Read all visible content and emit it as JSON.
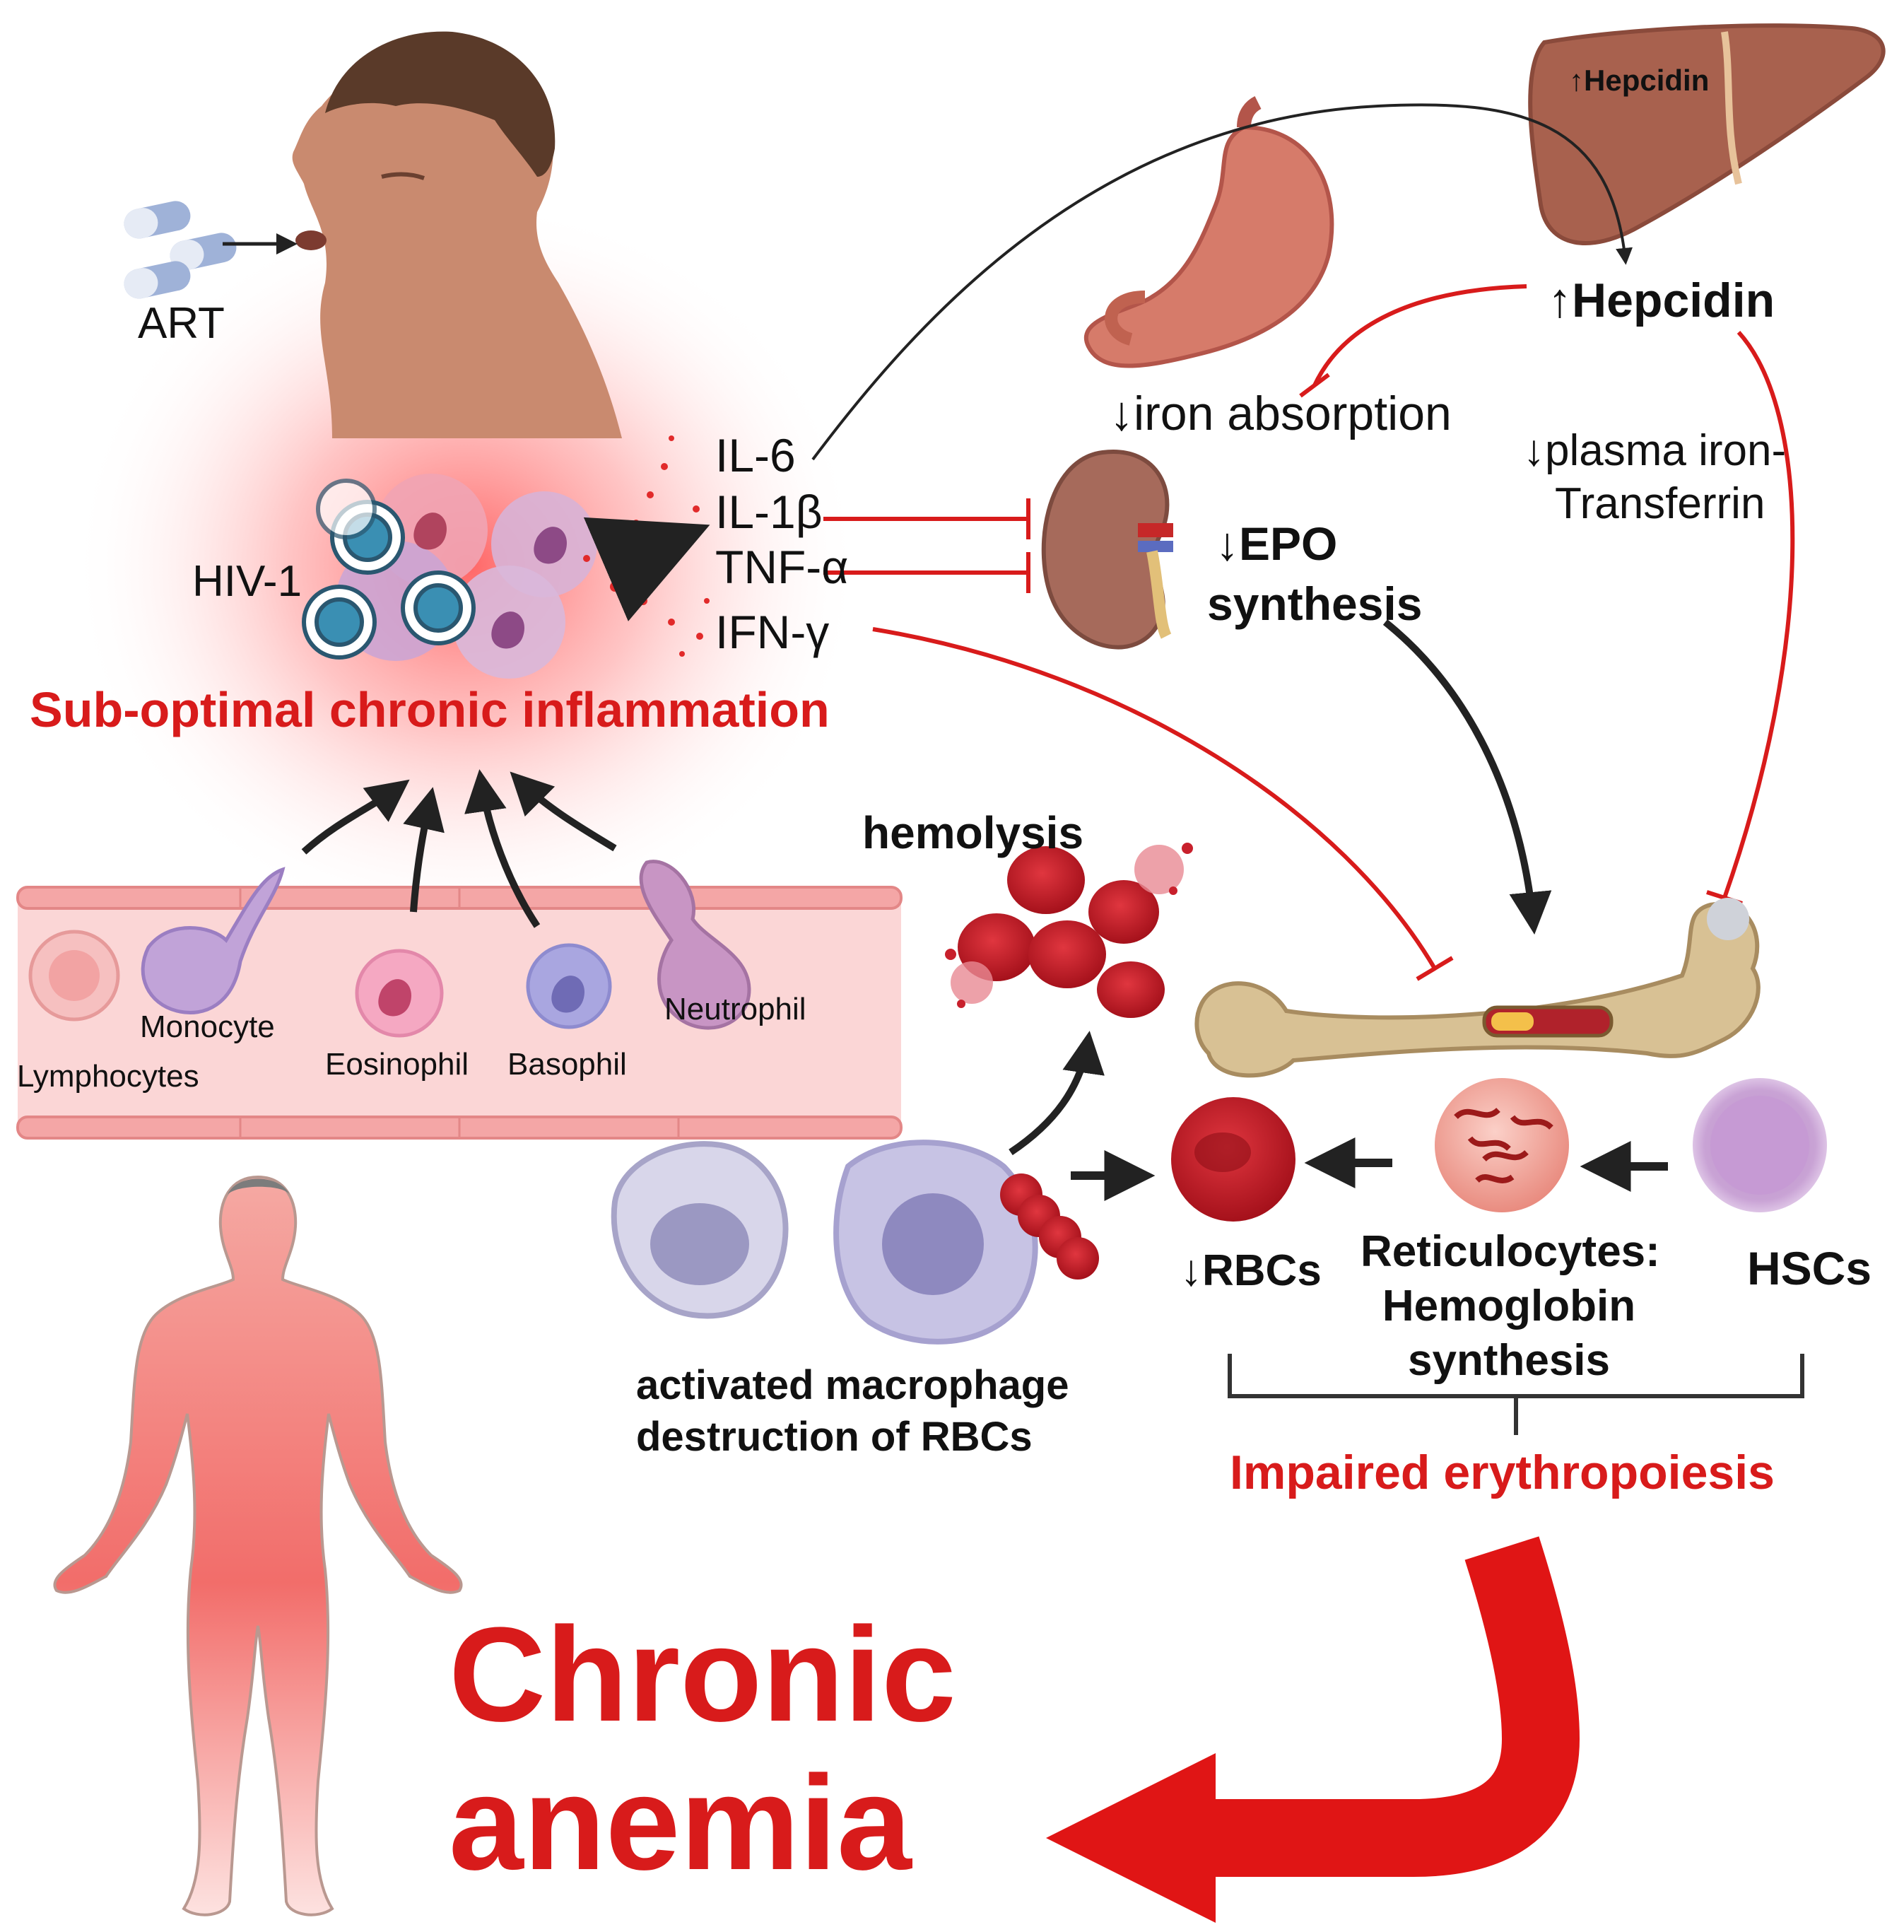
{
  "labels": {
    "art": "ART",
    "hiv": "HIV-1",
    "il6": "IL-6",
    "il1b": "IL-1β",
    "tnfa": "TNF-α",
    "ifng": "IFN-γ",
    "inflammation": "Sub-optimal chronic inflammation",
    "hepcidin_liver": "↑Hepcidin",
    "hepcidin": "↑Hepcidin",
    "iron_absorption": "↓iron absorption",
    "plasma_iron_line1": "↓plasma iron-",
    "plasma_iron_line2": "Transferrin",
    "epo_line1": "↓EPO",
    "epo_line2": "synthesis",
    "hemolysis": "hemolysis",
    "monocyte": "Monocyte",
    "lymphocytes": "Lymphocytes",
    "eosinophil": "Eosinophil",
    "basophil": "Basophil",
    "neutrophil": "Neutrophil",
    "macrophage_line1": "activated macrophage",
    "macrophage_line2": "destruction of RBCs",
    "rbcs": "↓RBCs",
    "retic_line1": "Reticulocytes:",
    "retic_line2": "Hemoglobin",
    "retic_line3": "synthesis",
    "hscs": "HSCs",
    "impaired": "Impaired erythropoiesis",
    "anemia_line1": "Chronic",
    "anemia_line2": "anemia"
  },
  "colors": {
    "inhibit_red": "#d81b1b",
    "arrow_black": "#222222",
    "skin": "#c98a6f",
    "organ_red": "#b5584a",
    "rbc": "#c8202c",
    "vessel": "#f4b7b7",
    "body_gradient_top": "#f49a96"
  }
}
